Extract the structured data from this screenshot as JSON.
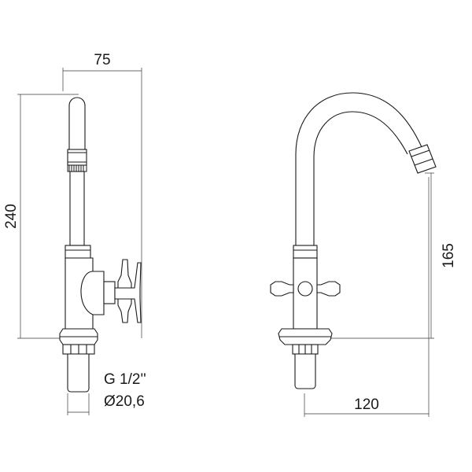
{
  "dimensions": {
    "width_side": "75",
    "height_total": "240",
    "spout_height": "165",
    "spout_reach": "120",
    "thread": "G 1/2''",
    "diameter": "Ø20,6"
  },
  "colors": {
    "line": "#1a1a1a",
    "dimension": "#3a3a3a",
    "background": "#ffffff"
  }
}
